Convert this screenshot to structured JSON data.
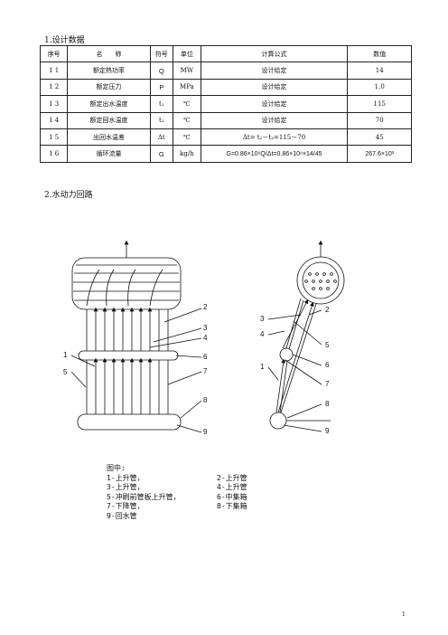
{
  "section1_title": "1.设计数据",
  "table": {
    "headers": [
      "序号",
      "名　　称",
      "符号",
      "单位",
      "计算公式",
      "数值"
    ],
    "rows": [
      {
        "no": "1 1",
        "name": "额定热功率",
        "sym": "Q",
        "unit": "MW",
        "formula": "设计给定",
        "value": "14"
      },
      {
        "no": "1 2",
        "name": "额定压力",
        "sym": "P",
        "unit": "MPa",
        "formula": "设计给定",
        "value": "1.0"
      },
      {
        "no": "1 3",
        "name": "额定出水温度",
        "sym": "t₁",
        "unit": "℃",
        "formula": "设计给定",
        "value": "115"
      },
      {
        "no": "1 4",
        "name": "额定回水温度",
        "sym": "t₂",
        "unit": "℃",
        "formula": "设计给定",
        "value": "70"
      },
      {
        "no": "1 5",
        "name": "出回水温差",
        "sym": "Δt",
        "unit": "℃",
        "formula": "Δt= t₁－t₂=115－70",
        "value": "45"
      },
      {
        "no": "1 6",
        "name": "循环流量",
        "sym": "G",
        "unit": "kg/h",
        "formula": "G=0.86×10⁶Q/Δt=0.86×10⁶×14/45",
        "value": "267.6×10³"
      }
    ]
  },
  "section2_title": "2.水动力回路",
  "diagram_labels": {
    "n1": "1",
    "n2": "2",
    "n3": "3",
    "n4": "4",
    "n5": "5",
    "n6": "6",
    "n7": "7",
    "n8": "8",
    "n9": "9"
  },
  "legend": {
    "title": "图中:",
    "rows": [
      {
        "left": "1-上升管，",
        "right": "2-上升管"
      },
      {
        "left": "3-上升管，",
        "right": "4-上升管"
      },
      {
        "left": "5-冲刷前管板上升管，",
        "right": "6-中集箱"
      },
      {
        "left": "7-下降管，",
        "right": "8-下集箱"
      },
      {
        "left": "9-回水管",
        "right": ""
      }
    ]
  },
  "page_number": "1"
}
